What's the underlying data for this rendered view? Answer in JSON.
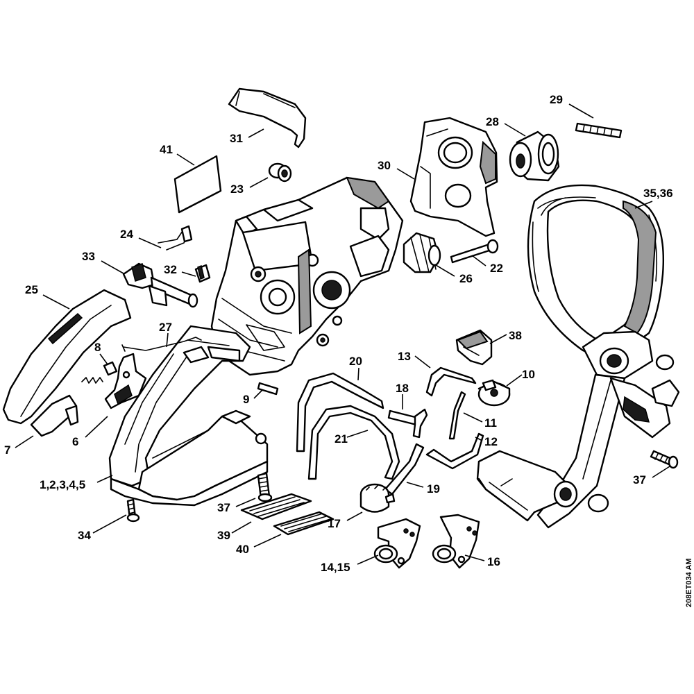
{
  "drawing_id": "208ET034 AM",
  "callouts": {
    "c29": "29",
    "c28": "28",
    "c31": "31",
    "c30": "30",
    "c41": "41",
    "c23": "23",
    "c35_36": "35,36",
    "c24": "24",
    "c22": "22",
    "c33": "33",
    "c32": "32",
    "c26": "26",
    "c25": "25",
    "c27": "27",
    "c38": "38",
    "c8": "8",
    "c13": "13",
    "c20": "20",
    "c10": "10",
    "c18": "18",
    "c9": "9",
    "c11": "11",
    "c7": "7",
    "c6": "6",
    "c21": "21",
    "c12": "12",
    "c1_2_3_4_5": "1,2,3,4,5",
    "c37a": "37",
    "c37b": "37",
    "c19": "19",
    "c17": "17",
    "c34": "34",
    "c39": "39",
    "c40": "40",
    "c14_15": "14,15",
    "c16": "16"
  }
}
